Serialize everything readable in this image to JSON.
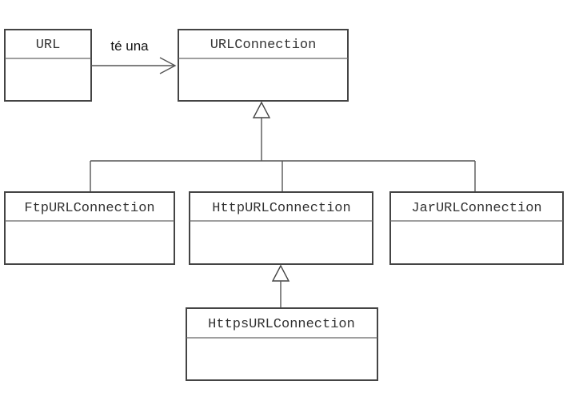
{
  "classes": {
    "url": {
      "name": "URL"
    },
    "urlconnection": {
      "name": "URLConnection"
    },
    "ftp": {
      "name": "FtpURLConnection"
    },
    "http": {
      "name": "HttpURLConnection"
    },
    "jar": {
      "name": "JarURLConnection"
    },
    "https": {
      "name": "HttpsURLConnection"
    }
  },
  "association": {
    "label": "té una"
  },
  "colors": {
    "stroke": "#444444",
    "text": "#333333",
    "background": "#ffffff"
  }
}
